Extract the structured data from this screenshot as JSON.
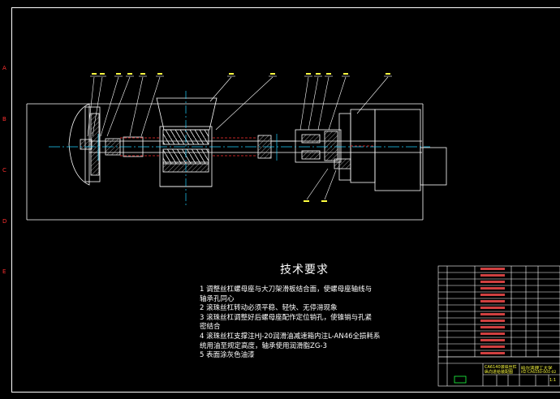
{
  "tech_title": "技术要求",
  "notes": [
    "1 调整丝杠螺母座与大刀架滑板结合面，使螺母座轴线与",
    "轴承孔同心",
    "2 滚珠丝杠转动必须平稳、轻快、无停滞现象",
    "3 滚珠丝杠调整好后螺母座配作定位销孔，使锥销与孔紧",
    "密结合",
    "4 滚珠丝杠支撑注HJ-20润滑油减速箱内注L-AN46全损耗系",
    "统用油至规定高度，轴承使用润滑脂ZG-3",
    "5 表面涂灰色油漆"
  ],
  "zone_marks": [
    "A",
    "B",
    "C",
    "D",
    "E"
  ],
  "title_block": {
    "drawing_name": "CA6140滚珠丝杠纵向进给装配图",
    "school": "哈尔滨理工大学",
    "drawing_no": "HZ-CA6140-001-02",
    "scale": "1:1"
  },
  "colors": {
    "background": "#000000",
    "frame": "#ffffff",
    "hidden": "#ff3030",
    "centerline": "#20d0ff",
    "part_number": "#ffff40",
    "table_text": "#ff5050",
    "hatch": "#c8c8c8"
  }
}
